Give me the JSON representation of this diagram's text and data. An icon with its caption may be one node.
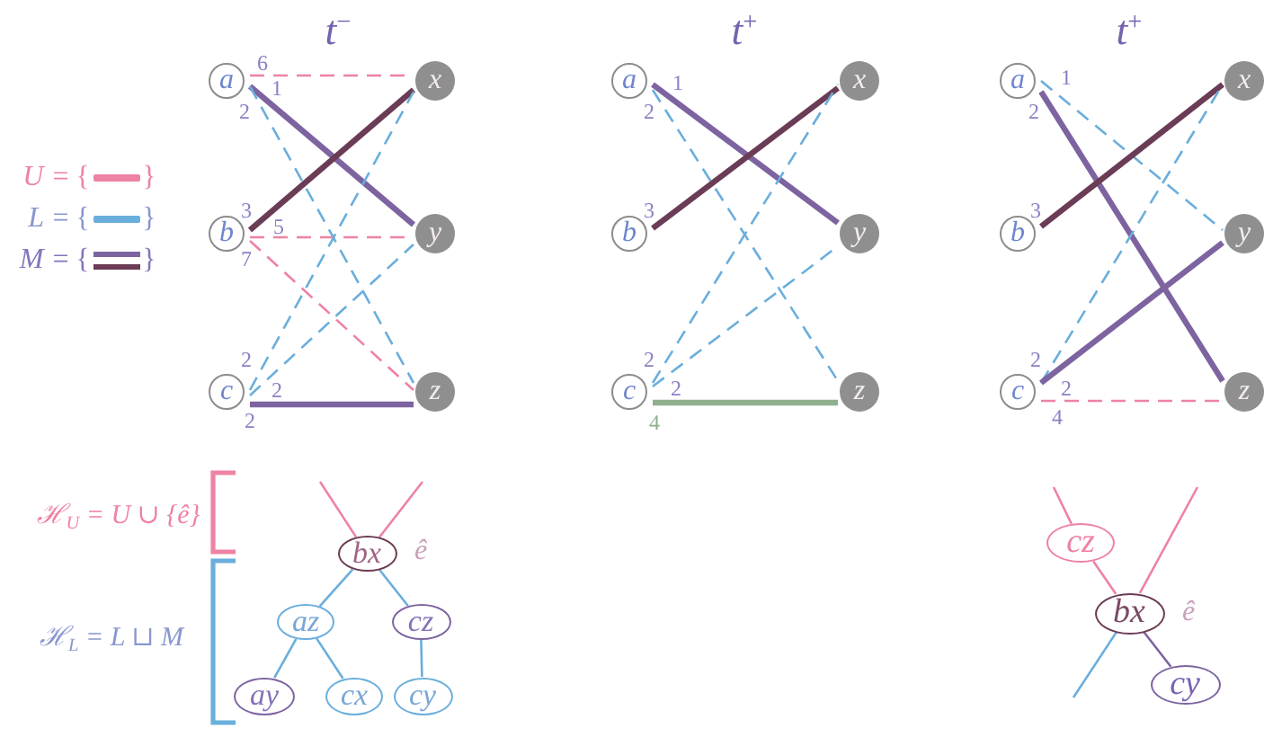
{
  "diagram": {
    "nodes": [
      {
        "text": [
          "a"
        ]
      },
      {
        "text": [
          "b"
        ]
      },
      {
        "text": [
          "c"
        ]
      },
      {
        "text": [
          "x"
        ]
      },
      {
        "text": [
          "y"
        ]
      },
      {
        "text": [
          "z"
        ]
      },
      {
        "text": [
          "a"
        ]
      },
      {
        "text": [
          "b"
        ]
      },
      {
        "text": [
          "c"
        ]
      },
      {
        "text": [
          "x"
        ]
      },
      {
        "text": [
          "y"
        ]
      },
      {
        "text": [
          "z"
        ]
      },
      {
        "text": [
          "a"
        ]
      },
      {
        "text": [
          "b"
        ]
      },
      {
        "text": [
          "c"
        ]
      },
      {
        "text": [
          "x"
        ]
      },
      {
        "text": [
          "y"
        ]
      },
      {
        "text": [
          "z"
        ]
      },
      {
        "text": [
          "bx"
        ],
        "beside": [
          "ê"
        ]
      },
      {
        "text": [
          "az"
        ]
      },
      {
        "text": [
          "cz"
        ]
      },
      {
        "text": [
          "ay"
        ]
      },
      {
        "text": [
          "cx"
        ]
      },
      {
        "text": [
          "cy"
        ]
      },
      {
        "text": [
          "cz"
        ]
      },
      {
        "text": [
          "bx"
        ],
        "beside": [
          "ê"
        ]
      },
      {
        "text": [
          "cy"
        ]
      }
    ],
    "edges": [
      {
        "from": 0,
        "to": 3,
        "arrow": "none",
        "style": "dashed",
        "color": "#ee82a2",
        "label": "6"
      },
      {
        "from": 0,
        "to": 4,
        "arrow": "none",
        "style": "thick",
        "color": "#7d64a0",
        "label": "1"
      },
      {
        "from": 0,
        "to": 5,
        "arrow": "none",
        "style": "dashed",
        "label": "2"
      },
      {
        "from": 1,
        "to": 3,
        "arrow": "none",
        "style": "thick",
        "color": "#6b3c55",
        "label": "3"
      },
      {
        "from": 1,
        "to": 4,
        "arrow": "none",
        "style": "dashed",
        "color": "#ee82a2",
        "label": "5"
      },
      {
        "from": 1,
        "to": 5,
        "arrow": "none",
        "style": "dashed",
        "color": "#ee82a2",
        "label": "7"
      },
      {
        "from": 2,
        "to": 3,
        "arrow": "none",
        "style": "dashed",
        "label": "2"
      },
      {
        "from": 2,
        "to": 4,
        "arrow": "none",
        "style": "dashed",
        "label": "2"
      },
      {
        "from": 2,
        "to": 5,
        "arrow": "none",
        "style": "thick",
        "color": "#7d64a0",
        "label": "2"
      },
      {
        "from": 6,
        "to": 10,
        "arrow": "none",
        "style": "thick",
        "color": "#7d64a0",
        "label": "1"
      },
      {
        "from": 6,
        "to": 11,
        "arrow": "none",
        "style": "dashed",
        "label": "2"
      },
      {
        "from": 7,
        "to": 9,
        "arrow": "none",
        "style": "thick",
        "color": "#6b3c55",
        "label": "3"
      },
      {
        "from": 8,
        "to": 9,
        "arrow": "none",
        "style": "dashed",
        "label": "2"
      },
      {
        "from": 8,
        "to": 10,
        "arrow": "none",
        "style": "dashed",
        "label": "2"
      },
      {
        "from": 8,
        "to": 11,
        "arrow": "none",
        "style": "thick",
        "color": "#8fb08c",
        "label": "4"
      },
      {
        "from": 12,
        "to": 16,
        "arrow": "none",
        "style": "dashed",
        "label": "1"
      },
      {
        "from": 12,
        "to": 17,
        "arrow": "none",
        "style": "thick",
        "color": "#7d64a0",
        "label": "2"
      },
      {
        "from": 13,
        "to": 15,
        "arrow": "none",
        "style": "thick",
        "color": "#6b3c55",
        "label": "3"
      },
      {
        "from": 14,
        "to": 15,
        "arrow": "none",
        "style": "dashed",
        "label": "2"
      },
      {
        "from": 14,
        "to": 16,
        "arrow": "none",
        "style": "thick",
        "color": "#7d64a0",
        "label": "2"
      },
      {
        "from": 14,
        "to": 17,
        "arrow": "none",
        "style": "dashed",
        "color": "#ee82a2",
        "label": "4"
      },
      {
        "from": null,
        "to": 18,
        "arrow": "none",
        "color": "#ee82a2"
      },
      {
        "from": null,
        "to": 18,
        "arrow": "none",
        "color": "#ee82a2"
      },
      {
        "from": 18,
        "to": 19,
        "arrow": "none"
      },
      {
        "from": 18,
        "to": 20,
        "arrow": "none"
      },
      {
        "from": 19,
        "to": 21,
        "arrow": "none"
      },
      {
        "from": 19,
        "to": 22,
        "arrow": "none"
      },
      {
        "from": 20,
        "to": 23,
        "arrow": "none"
      },
      {
        "from": null,
        "to": 24,
        "arrow": "none",
        "color": "#ee82a2"
      },
      {
        "from": 24,
        "to": 25,
        "arrow": "none",
        "color": "#ee82a2"
      },
      {
        "from": null,
        "to": 25,
        "arrow": "none",
        "color": "#ee82a2"
      },
      {
        "from": 25,
        "to": null,
        "arrow": "none"
      },
      {
        "from": 25,
        "to": 26,
        "arrow": "none",
        "color": "#7d64a0"
      }
    ],
    "labels": [
      "t$^{−}$",
      "t$^{+}$",
      "t$^{+}$",
      "{",
      "}",
      "{",
      "}",
      "{",
      "}",
      "ℋ$_{U}$ = U ∪ {ê}",
      "ℋ$_{L}$ = L ⊔ M"
    ],
    "legend": [
      {
        "text": "U =",
        "color": "#ee82a2"
      },
      {
        "text": "L =",
        "color": "#6aaedc"
      },
      {
        "text": "M ="
      }
    ]
  }
}
